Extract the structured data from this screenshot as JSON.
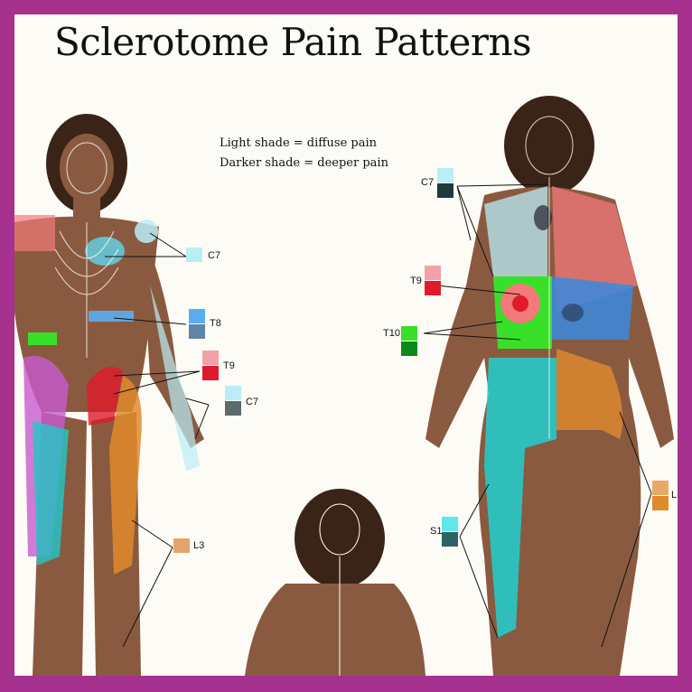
{
  "title": "Sclerotome Pain Patterns",
  "legend": {
    "light": "Light shade = diffuse pain",
    "dark": "Darker shade = deeper pain"
  },
  "front_labels": [
    {
      "code": "C7",
      "light": "#b9eef7",
      "dark": "#1f3a3d"
    },
    {
      "code": "T8",
      "light": "#5aaef0",
      "dark": "#5f85a8"
    },
    {
      "code": "T9",
      "light": "#f4a0a8",
      "dark": "#e0192c"
    },
    {
      "code": "C7",
      "light": "#b9eef7",
      "dark": "#5b6b6e"
    },
    {
      "code": "L3",
      "light": "#e5a56a",
      "dark": "#e5a56a"
    }
  ],
  "back_labels": [
    {
      "code": "C7",
      "light": "#b9eef7",
      "dark": "#1f3a3d"
    },
    {
      "code": "T9",
      "light": "#f4a0a8",
      "dark": "#e0192c"
    },
    {
      "code": "T10",
      "light": "#38e02a",
      "dark": "#0b8a1a"
    },
    {
      "code": "S1",
      "light": "#5fe8ea",
      "dark": "#2a6564"
    },
    {
      "code": "L",
      "light": "#e8a866",
      "dark": "#e08a2c"
    }
  ],
  "colors": {
    "border": "#a6318e",
    "background": "#fdfbf5",
    "skin": "#8a5a40"
  }
}
